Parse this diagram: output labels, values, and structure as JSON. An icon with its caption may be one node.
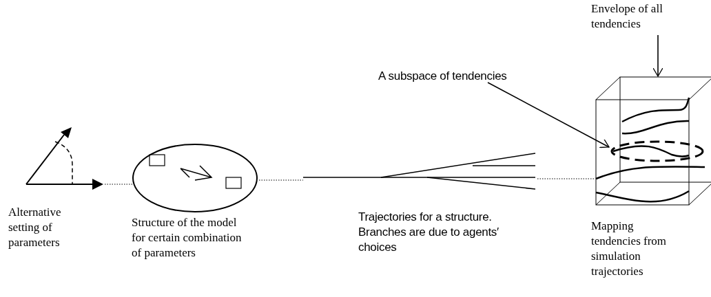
{
  "diagram": {
    "nodes": [
      {
        "text": [],
        "shape": "picture",
        "beside": [
          "Alternative setting of parameters"
        ]
      },
      {
        "text": [],
        "shape": "circle",
        "beside": [
          "Structure of the model for certain combination of parameters"
        ]
      },
      {
        "text": [],
        "shape": "picture",
        "beside": [
          "Trajectories for a structure. Branches are due to agents′ choices"
        ]
      },
      {
        "text": [],
        "shape": "picture",
        "beside": [
          "Mapping tendencies from simulation trajectories"
        ]
      },
      {
        "text": [],
        "shape": "circle",
        "in": 3
      },
      {
        "text": [
          "A subspace of tendencies"
        ]
      },
      {
        "text": [
          "Envelope of all tendencies"
        ]
      }
    ],
    "edges": [
      {
        "from": 0,
        "to": 1,
        "arrow": "none",
        "style": "dashed"
      },
      {
        "from": 1,
        "to": 2,
        "arrow": "none",
        "style": "dashed"
      },
      {
        "from": 2,
        "to": 3,
        "arrow": "none",
        "style": "dashed"
      },
      {
        "from": 5,
        "to": 4,
        "arrow": "to"
      },
      {
        "from": 6,
        "to": 3,
        "arrow": "to"
      }
    ]
  }
}
